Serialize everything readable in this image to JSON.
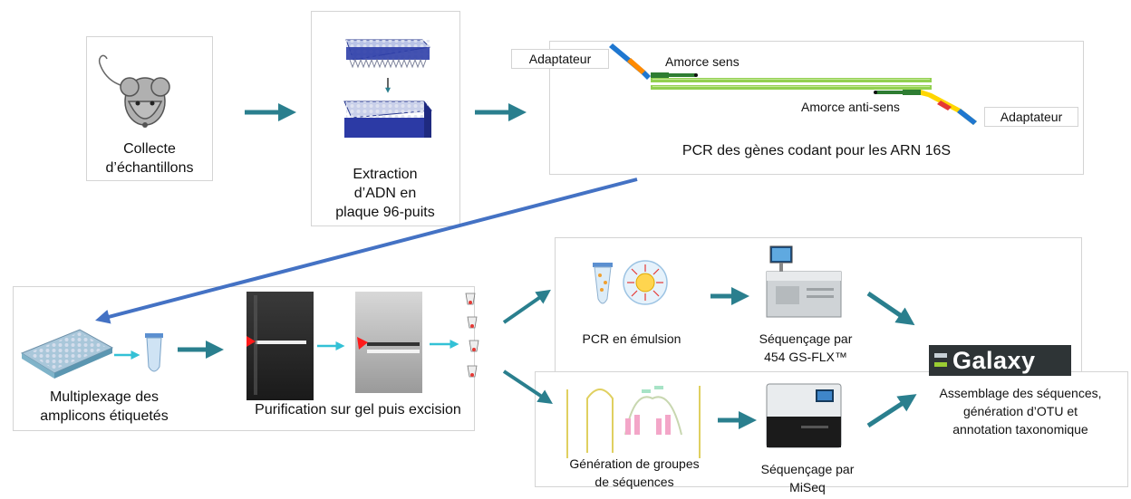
{
  "step1": {
    "label1": "Collecte",
    "label2": "d’échantillons"
  },
  "step2": {
    "label1": "Extraction",
    "label2": "d’ADN en",
    "label3": "plaque 96-puits"
  },
  "pcr": {
    "adapter_left": "Adaptateur",
    "primer_forward": "Amorce sens",
    "primer_reverse": "Amorce anti-sens",
    "adapter_right": "Adaptateur",
    "caption": "PCR des gènes codant pour les ARN 16S"
  },
  "multiplex": {
    "label1": "Multiplexage des",
    "label2": "amplicons étiquetés"
  },
  "purification": {
    "label": "Purification sur gel puis excision"
  },
  "emulsion": {
    "label": "PCR en émulsion"
  },
  "seq454": {
    "label1": "Séquençage par",
    "label2": "454 GS-FLX™"
  },
  "clusters": {
    "label1": "Génération de groupes",
    "label2": "de séquences"
  },
  "miseq": {
    "label1": "Séquençage par",
    "label2": "MiSeq"
  },
  "galaxy": {
    "logo_text": "Galaxy",
    "label1": "Assemblage des séquences,",
    "label2": "génération d’OTU et",
    "label3": "annotation taxonomique"
  },
  "colors": {
    "arrow": "#2a7f8e",
    "long_arrow": "#4472c4",
    "light_arrow": "#33c1d6",
    "amplicon": "#92d050"
  }
}
